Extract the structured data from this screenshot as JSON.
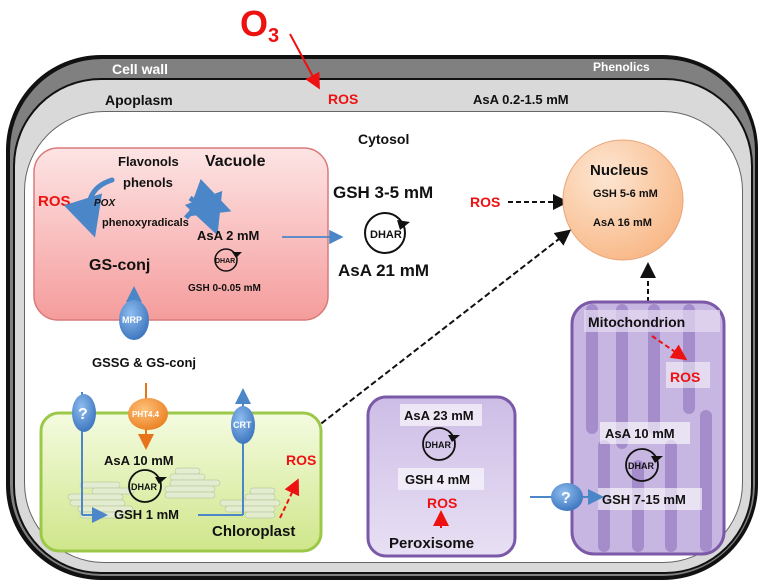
{
  "title": "Ascorbate and glutathione distribution in a plant cell under ozone stress",
  "stressor": {
    "label": "O",
    "subscript": "3"
  },
  "cell_wall": {
    "label": "Cell wall",
    "phenolics_label": "Phenolics"
  },
  "apoplasm": {
    "label": "Apoplasm",
    "ros_label": "ROS",
    "asa_label": "AsA 0.2-1.5 mM"
  },
  "cytosol": {
    "label": "Cytosol",
    "gsh_label": "GSH 3-5 mM",
    "asa_label": "AsA 21 mM",
    "enzyme_label": "DHAR",
    "ros_label": "ROS"
  },
  "vacuole": {
    "label": "Vacuole",
    "flavonols_label": "Flavonols",
    "phenols_label": "phenols",
    "ros_label": "ROS",
    "pox_label": "POX",
    "phenoxyradicals_label": "phenoxyradicals",
    "asa_label": "AsA 2 mM",
    "enzyme_label": "DHAR",
    "gsh_label": "GSH 0-0.05  mM",
    "gsconj_label": "GS-conj",
    "transporter_label": "MRP"
  },
  "transport": {
    "gssg_label": "GSSG & GS-conj"
  },
  "nucleus": {
    "label": "Nucleus",
    "gsh_label": "GSH 5-6 mM",
    "asa_label": "AsA 16 mM"
  },
  "chloroplast": {
    "label": "Chloroplast",
    "asa_label": "AsA 10 mM",
    "gsh_label": "GSH 1 mM",
    "enzyme_label": "DHAR",
    "ros_label": "ROS",
    "transporters": {
      "unknown": "?",
      "pht": "PHT4.4",
      "crt": "CRT"
    }
  },
  "peroxisome": {
    "label": "Peroxisome",
    "asa_label": "AsA 23 mM",
    "gsh_label": "GSH 4 mM",
    "enzyme_label": "DHAR",
    "ros_label": "ROS"
  },
  "mitochondrion": {
    "label": "Mitochondrion",
    "asa_label": "AsA 10 mM",
    "gsh_label": "GSH 7-15 mM",
    "enzyme_label": "DHAR",
    "ros_label": "ROS",
    "transporter_label": "?"
  },
  "colors": {
    "ros": "#ee1111",
    "transporter_blue": "#4a86c8",
    "transporter_orange": "#f08a2c",
    "vacuole_fill": "#f7a9a9",
    "chloroplast_fill": "#d8ec9c",
    "organelle_purple": "#7a5aa8",
    "nucleus_fill": "#fbc9a0"
  }
}
